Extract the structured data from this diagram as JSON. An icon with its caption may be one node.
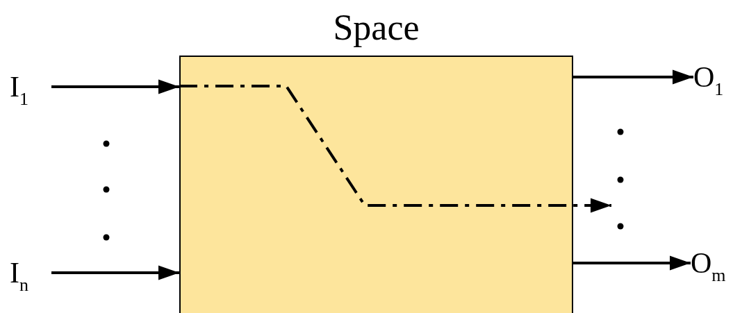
{
  "diagram": {
    "nodes": [
      {
        "text": [
          "Space"
        ]
      },
      {
        "text": [
          "I$_{1}$"
        ]
      },
      {
        "text": [
          "I$_{n}$"
        ]
      },
      {
        "text": [
          "O$_{1}$"
        ]
      },
      {
        "text": [
          "O$_{m}$"
        ]
      }
    ],
    "edges": [
      {
        "from": 1,
        "to": 0,
        "arrow": "to"
      },
      {
        "from": 2,
        "to": 0,
        "arrow": "to"
      },
      {
        "from": 0,
        "to": 3,
        "arrow": "to"
      },
      {
        "from": 0,
        "to": 4,
        "arrow": "to"
      },
      {
        "from": 0,
        "to": null,
        "arrow": "to",
        "style": "dashed"
      }
    ]
  }
}
